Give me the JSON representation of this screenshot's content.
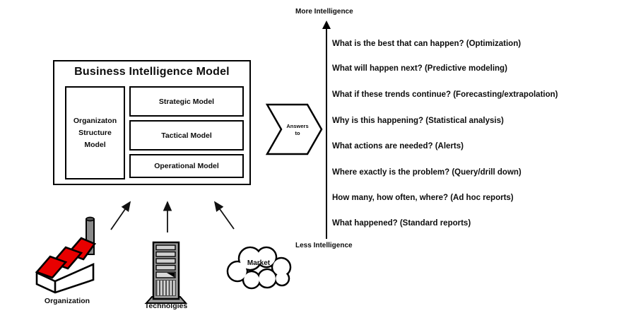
{
  "bim_box": {
    "title": "Business Intelligence Model",
    "org_model": {
      "line1": "Organizaton",
      "line2": "Structure",
      "line3": "Model"
    },
    "models": [
      "Strategic Model",
      "Tactical Model",
      "Operational Model"
    ]
  },
  "connector": {
    "line1": "Answers",
    "line2": "to"
  },
  "axis": {
    "top_label": "More Intelligence",
    "bottom_label": "Less Intelligence",
    "questions": [
      "What is the best that can happen? (Optimization)",
      "What will happen next? (Predictive modeling)",
      "What if these trends continue? (Forecasting/extrapolation)",
      "Why is this happening? (Statistical analysis)",
      "What actions are needed? (Alerts)",
      "Where exactly is the problem? (Query/drill down)",
      "How many, how often, where? (Ad hoc reports)",
      "What happened? (Standard reports)"
    ]
  },
  "sources": {
    "organization": "Organization",
    "technologies": "Technolgies",
    "market": "Market"
  },
  "colors": {
    "ink": "#000000",
    "factory_red": "#e80000",
    "chimney_gray": "#8a8a8a",
    "server_gray": "#9c9c9c",
    "server_slot_gray": "#cfcfcf"
  }
}
